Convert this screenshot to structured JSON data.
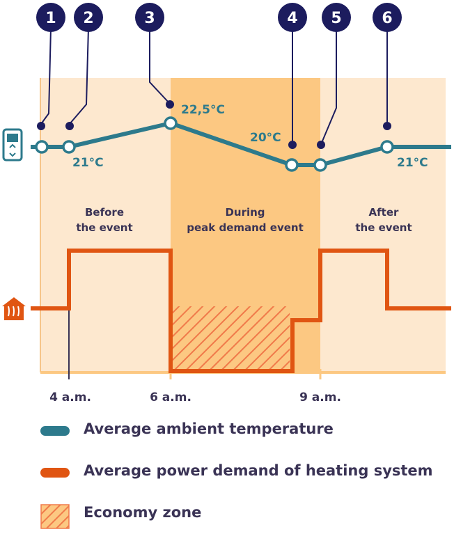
{
  "markers": [
    "1",
    "2",
    "3",
    "4",
    "5",
    "6"
  ],
  "temperature_labels": {
    "start": "21°C",
    "peak": "22,5°C",
    "low": "20°C",
    "end": "21°C"
  },
  "phases": {
    "before_line1": "Before",
    "before_line2": "the event",
    "during_line1": "During",
    "during_line2": "peak demand event",
    "after_line1": "After",
    "after_line2": "the event"
  },
  "time_ticks": [
    "4 a.m.",
    "6 a.m.",
    "9 a.m."
  ],
  "legend": {
    "temperature": "Average ambient temperature",
    "power": "Average power demand of heating system",
    "economy": "Economy zone"
  },
  "icons": {
    "thermostat": "thermostat-icon",
    "heater": "heater-house-icon"
  },
  "colors": {
    "temperature_line": "#2d7a8c",
    "power_line": "#e05512",
    "marker_fill": "#1c1c5e",
    "zone_light": "#fde8cf",
    "zone_peak": "#fcc882",
    "text": "#3a3355"
  }
}
